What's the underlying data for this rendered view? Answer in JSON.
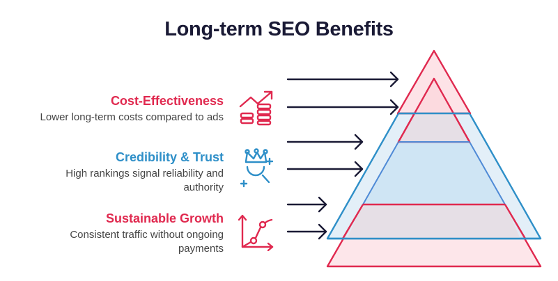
{
  "title": "Long-term SEO Benefits",
  "colors": {
    "title": "#1a1a35",
    "red": "#e0294f",
    "blue": "#2e8fc8",
    "arrow": "#1a1a35",
    "description": "#444444"
  },
  "benefits": [
    {
      "title": "Cost-Effectiveness",
      "description": "Lower long-term costs compared to ads",
      "color": "#e0294f",
      "icon": "money-growth-icon"
    },
    {
      "title": "Credibility & Trust",
      "description": "High rankings signal reliability and authority",
      "color": "#2e8fc8",
      "icon": "crown-search-icon"
    },
    {
      "title": "Sustainable Growth",
      "description": "Consistent traffic without ongoing payments",
      "color": "#e0294f",
      "icon": "growth-chart-icon"
    }
  ]
}
